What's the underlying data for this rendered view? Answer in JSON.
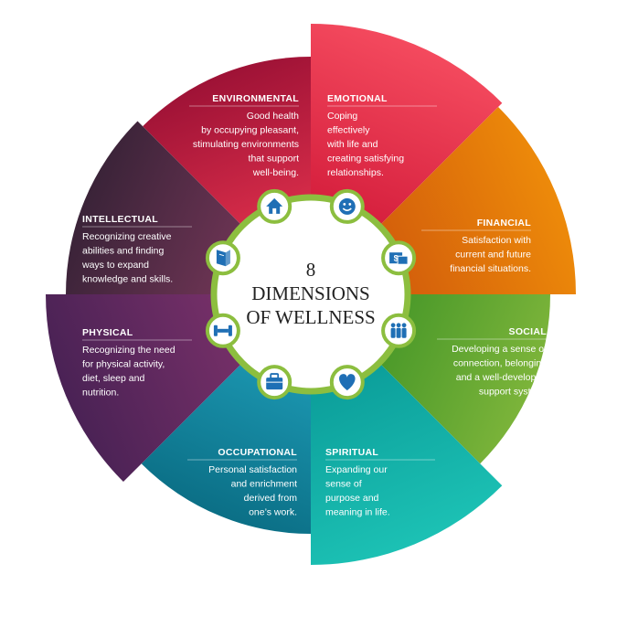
{
  "center": {
    "line1": "8",
    "line2": "DIMENSIONS",
    "line3": "OF WELLNESS"
  },
  "colors": {
    "ring": "#8cbe3f",
    "icon": "#1f6fb5"
  },
  "dimensions": [
    {
      "key": "environmental",
      "title": "ENVIRONMENTAL",
      "lines": [
        "Good health",
        "by occupying pleasant,",
        "stimulating environments",
        "that support",
        "well-being."
      ],
      "icon": "house-icon",
      "color_outer": "#9e1236",
      "color_inner": "#d42b48"
    },
    {
      "key": "emotional",
      "title": "EMOTIONAL",
      "lines": [
        "Coping",
        "effectively",
        "with life and",
        "creating satisfying",
        "relationships."
      ],
      "icon": "smiley-icon",
      "color_outer": "#f44a5e",
      "color_inner": "#d6203e"
    },
    {
      "key": "financial",
      "title": "FINANCIAL",
      "lines": [
        "Satisfaction with",
        "current and future",
        "financial situations."
      ],
      "icon": "money-icon",
      "color_outer": "#ed8a0a",
      "color_inner": "#d4600b"
    },
    {
      "key": "social",
      "title": "SOCIAL",
      "lines": [
        "Developing a sense of",
        "connection, belonging",
        "and a well-developed",
        "support system."
      ],
      "icon": "people-icon",
      "color_outer": "#7cb43a",
      "color_inner": "#4c9a2a"
    },
    {
      "key": "spiritual",
      "title": "SPIRITUAL",
      "lines": [
        "Expanding our",
        "sense of",
        "purpose and",
        "meaning in life."
      ],
      "icon": "heart-icon",
      "color_outer": "#1cc1b4",
      "color_inner": "#0c9f9b"
    },
    {
      "key": "occupational",
      "title": "OCCUPATIONAL",
      "lines": [
        "Personal satisfaction",
        "and enrichment",
        "derived from",
        "one’s work."
      ],
      "icon": "briefcase-icon",
      "color_outer": "#0b6f86",
      "color_inner": "#1a93ad"
    },
    {
      "key": "physical",
      "title": "PHYSICAL",
      "lines": [
        "Recognizing the need",
        "for physical activity,",
        "diet, sleep and",
        "nutrition."
      ],
      "icon": "dumbbell-icon",
      "color_outer": "#4a2255",
      "color_inner": "#742f67"
    },
    {
      "key": "intellectual",
      "title": "INTELLECTUAL",
      "lines": [
        "Recognizing creative",
        "abilities and finding",
        "ways to expand",
        "knowledge and skills."
      ],
      "icon": "book-icon",
      "color_outer": "#3a2338",
      "color_inner": "#6a3352"
    }
  ]
}
